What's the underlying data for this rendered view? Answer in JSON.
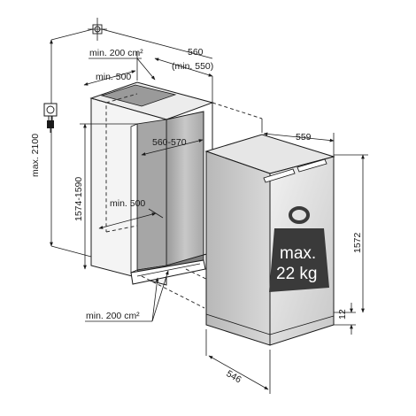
{
  "labels": {
    "opening_area_top": "min. 200 cm²",
    "top_depth_min": "min. 500",
    "niche_depth": "560",
    "niche_depth_min": "(min. 550)",
    "niche_width": "560-570",
    "niche_height": "1574-1590",
    "max_height": "max. 2100",
    "inner_depth_min": "min. 500",
    "opening_area_bottom": "min. 200 cm²",
    "appliance_width": "559",
    "appliance_height": "1572",
    "appliance_depth": "546",
    "plinth_gap": "12",
    "weight_line1": "max.",
    "weight_line2": "22 kg"
  },
  "icons": {
    "socket": "power-socket-icon",
    "plug": "power-plug-icon",
    "target": "crosshair-icon",
    "weight": "weight-icon"
  },
  "colors": {
    "niche_inner": "#bdbdbd",
    "niche_shadow": "#8e8e8e",
    "appliance_side": "#c9c9c9",
    "appliance_front": "#d6d6d6",
    "weight_fill": "#3a3a3a"
  }
}
